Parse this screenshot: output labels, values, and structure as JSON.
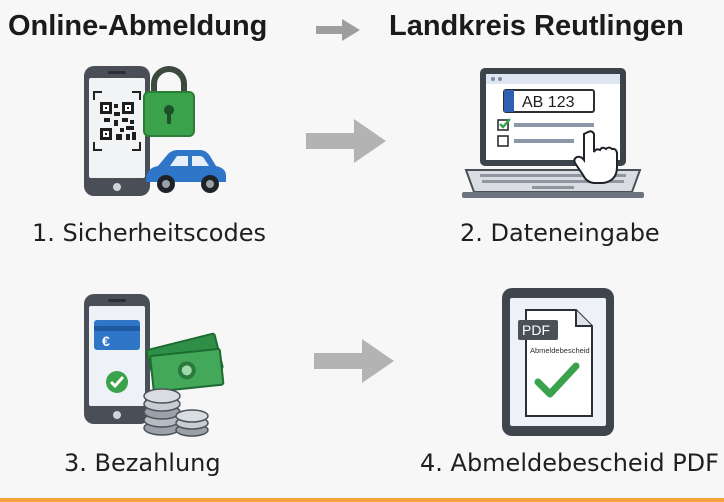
{
  "header": {
    "left_title": "Online-Abmeldung",
    "right_title": "Landkreis Reutlingen"
  },
  "steps": [
    {
      "label": "1. Sicherheitscodes",
      "icon": "phone-qr-lock-car-icon"
    },
    {
      "label": "2. Dateneingabe",
      "icon": "laptop-form-icon",
      "plate_text": "AB 123"
    },
    {
      "label": "3. Bezahlung",
      "icon": "phone-payment-cash-icon",
      "currency_symbol": "€"
    },
    {
      "label": "4. Abmeldebescheid PDF",
      "icon": "tablet-pdf-icon",
      "pdf_badge": "PDF",
      "document_caption": "Abmeldebescheid"
    }
  ],
  "colors": {
    "accent_green": "#3aa24a",
    "accent_blue": "#2f76c8",
    "arrow_gray": "#b3b3b3",
    "bottom_line": "#f2a33a"
  }
}
